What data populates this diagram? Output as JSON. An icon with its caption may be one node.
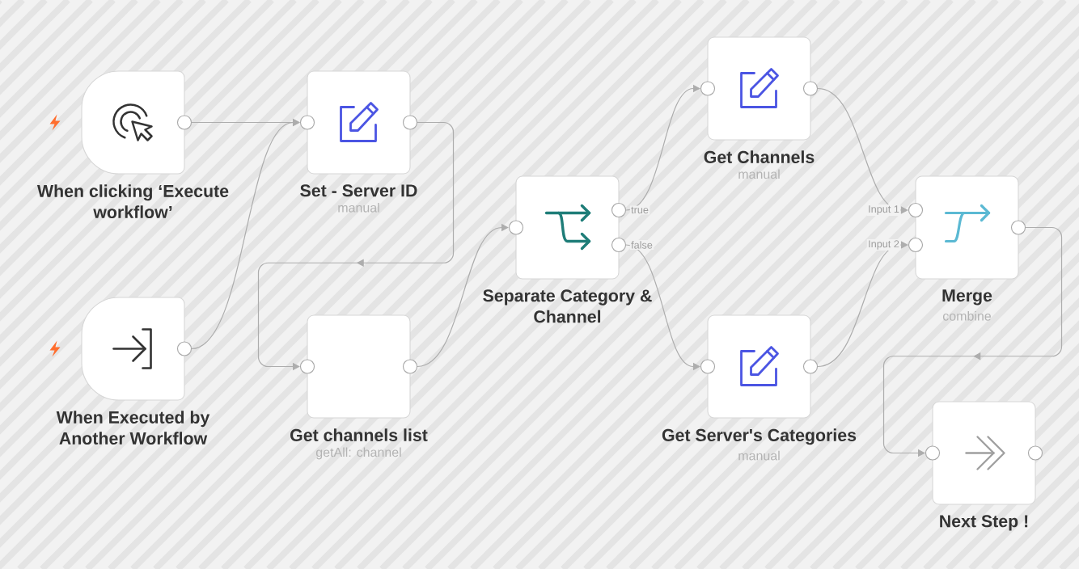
{
  "diagram": {
    "nodes": [
      {
        "text": [
          "When clicking ‘Execute workflow’"
        ]
      },
      {
        "text": [
          "Set - Server ID",
          "manual"
        ]
      },
      {
        "text": [
          "When Executed by Another Workflow"
        ]
      },
      {
        "text": [
          "Get channels list",
          "getAll: channel"
        ]
      },
      {
        "text": [
          "Separate Category & Channel"
        ]
      },
      {
        "text": [
          "Get Channels",
          "manual"
        ]
      },
      {
        "text": [
          "Get Server's Categories",
          "manual"
        ]
      },
      {
        "text": [
          "Merge",
          "combine"
        ]
      },
      {
        "text": [
          "Next Step !"
        ]
      }
    ],
    "edges": [
      {
        "from": 0,
        "to": 1,
        "arrow": "to"
      },
      {
        "from": 2,
        "to": 1,
        "arrow": "to"
      },
      {
        "from": 1,
        "to": 3,
        "arrow": "to"
      },
      {
        "from": 3,
        "to": 4,
        "arrow": "to"
      },
      {
        "from": 4,
        "to": 5,
        "arrow": "to",
        "label": "true"
      },
      {
        "from": 4,
        "to": 6,
        "arrow": "to",
        "label": "false"
      },
      {
        "from": 5,
        "to": 7,
        "arrow": "to",
        "label": "Input 1"
      },
      {
        "from": 6,
        "to": 7,
        "arrow": "to",
        "label": "Input 2"
      },
      {
        "from": 7,
        "to": 8,
        "arrow": "to"
      }
    ]
  }
}
